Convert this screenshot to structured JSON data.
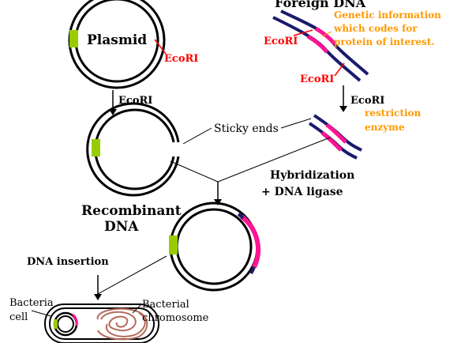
{
  "labels": {
    "plasmid": "Plasmid",
    "ecori_plasmid": "EcoRI",
    "foreign_dna": "Foreign DNA",
    "genetic_info": [
      "Genetic information",
      "which codes for",
      "protein of interest."
    ],
    "ecori_foreign_top": "EcoRI",
    "ecori_foreign_bottom": "EcoRI",
    "ecori_step_left": "EcoRI",
    "ecori_step_right": "EcoRI",
    "restriction_enzyme": [
      "restriction",
      "enzyme"
    ],
    "sticky_ends": "Sticky ends",
    "hybridization": [
      "Hybridization",
      "+ DNA ligase"
    ],
    "recombinant_dna": [
      "Recombinant",
      "DNA"
    ],
    "dna_insertion": "DNA insertion",
    "bacteria_cell": [
      "Bacteria",
      "cell"
    ],
    "bacterial_chromosome": [
      "Bacterial",
      "chromosome"
    ]
  },
  "colors": {
    "dna_strand": "#000000",
    "foreign_strand": "#1a1a6e",
    "gene_segment": "#ff1493",
    "ecori_site": "#99cc00",
    "ecori_text": "#ff0000",
    "orange_text": "#ff9900",
    "chromosome": "#b36b5b"
  }
}
